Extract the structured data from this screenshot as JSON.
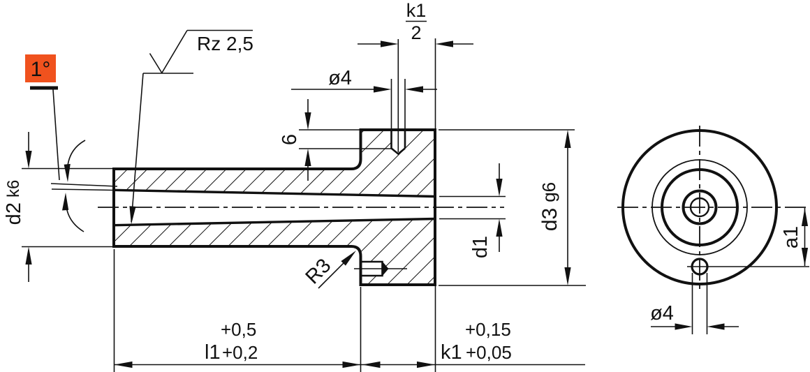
{
  "labels": {
    "angle": "1°",
    "surface_finish": "Rz 2,5",
    "k1_half_num": "k1",
    "k1_half_den": "2",
    "dia4_top": "ø4",
    "depth6": "6",
    "d2": "d2",
    "d2_tol": "k6",
    "d1": "d1",
    "d3": "d3",
    "d3_tol": "g6",
    "radius": "R3",
    "l1": "l1",
    "l1_tol_upper": "+0,5",
    "l1_tol_lower": "+0,2",
    "k1": "k1",
    "k1_tol_upper": "+0,15",
    "k1_tol_lower": "+0,05",
    "a1": "a1",
    "dia4_front": "ø4"
  },
  "colors": {
    "highlight_box": "#F0521E",
    "line": "#111111"
  }
}
